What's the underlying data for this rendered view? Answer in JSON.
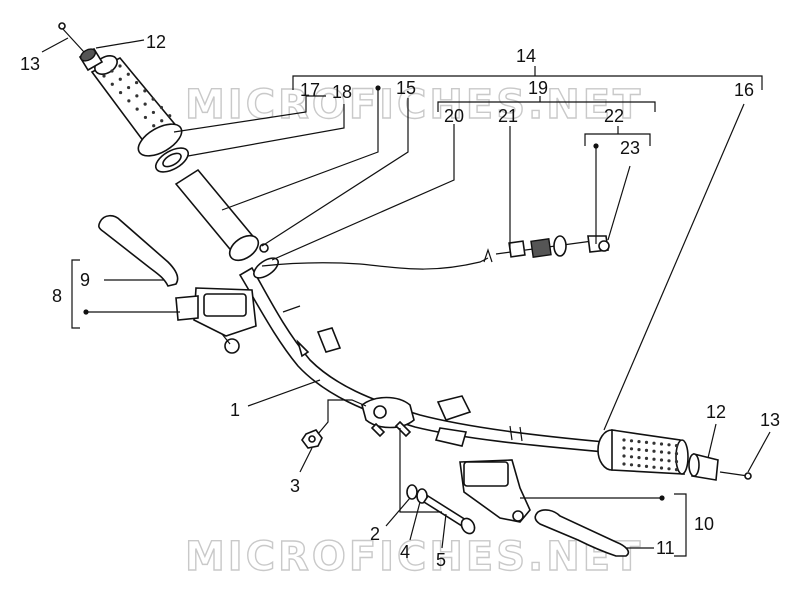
{
  "watermarks": [
    "MICROFICHES.NET",
    "MICROFICHES.NET"
  ],
  "callouts": {
    "c1": "1",
    "c2": "2",
    "c3": "3",
    "c4": "4",
    "c5": "5",
    "c8": "8",
    "c9": "9",
    "c10": "10",
    "c11": "11",
    "c12a": "12",
    "c12b": "12",
    "c13a": "13",
    "c13b": "13",
    "c14": "14",
    "c15": "15",
    "c16": "16",
    "c17": "17",
    "c18": "18",
    "c19": "19",
    "c20": "20",
    "c21": "21",
    "c22": "22",
    "c23": "23"
  }
}
